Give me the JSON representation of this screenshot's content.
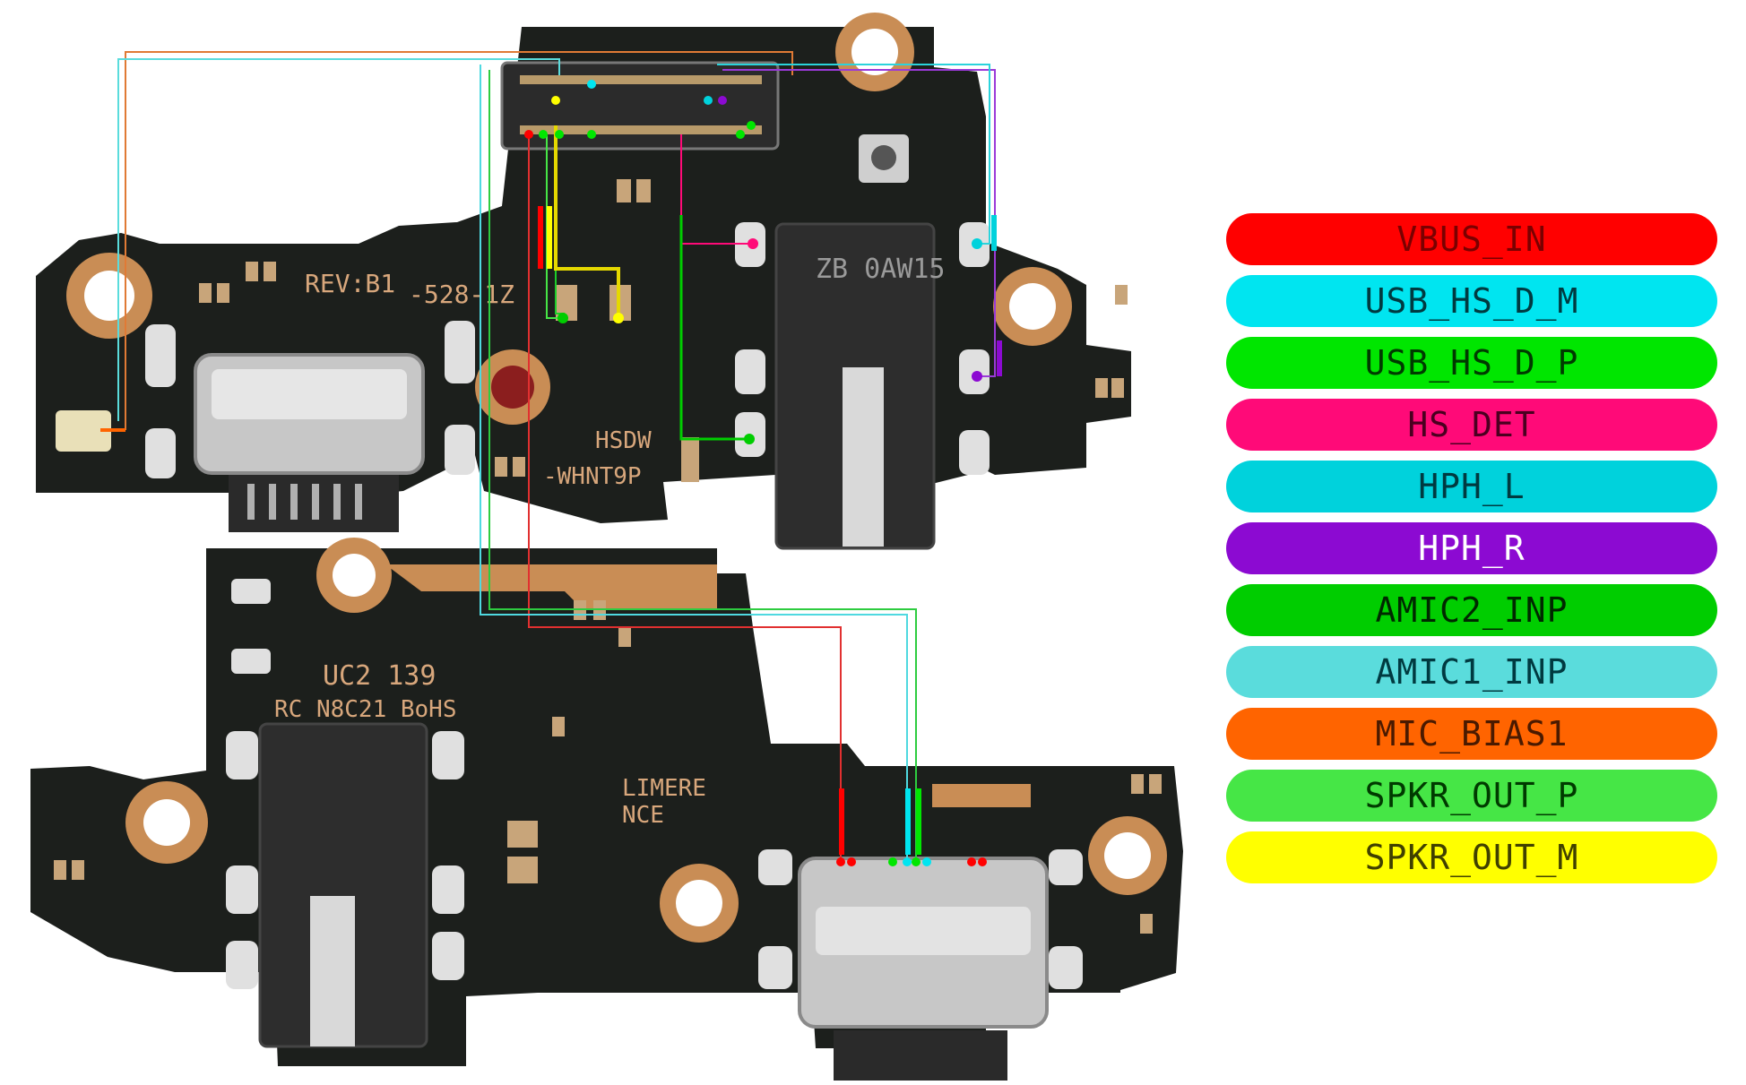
{
  "board_silkscreen": {
    "top": {
      "revision": "REV:B1",
      "part_code": "-528-1Z",
      "hsdw_line1": "HSDW",
      "hsdw_line2": "-WHNT9P",
      "jack_marking": "ZB 0AW15"
    },
    "bottom": {
      "uc_code": "UC2 139",
      "rc_code": "RC N8C21 BoHS",
      "reference_line1": "LIMERE",
      "reference_line2": "NCE"
    }
  },
  "legend": [
    {
      "label": "VBUS_IN",
      "color": "#ff0000",
      "text_color": "#7a0000"
    },
    {
      "label": "USB_HS_D_M",
      "color": "#00e5f0",
      "text_color": "#003a40"
    },
    {
      "label": "USB_HS_D_P",
      "color": "#00e600",
      "text_color": "#003a00"
    },
    {
      "label": "HS_DET",
      "color": "#ff0a78",
      "text_color": "#4a0020"
    },
    {
      "label": "HPH_L",
      "color": "#00d2dc",
      "text_color": "#003a40"
    },
    {
      "label": "HPH_R",
      "color": "#8c0ad2",
      "text_color": "#ffffff"
    },
    {
      "label": "AMIC2_INP",
      "color": "#00cd00",
      "text_color": "#002800"
    },
    {
      "label": "AMIC1_INP",
      "color": "#5adcdc",
      "text_color": "#003a40"
    },
    {
      "label": "MIC_BIAS1",
      "color": "#ff6400",
      "text_color": "#4a1a00"
    },
    {
      "label": "SPKR_OUT_P",
      "color": "#46e646",
      "text_color": "#003a00"
    },
    {
      "label": "SPKR_OUT_M",
      "color": "#ffff00",
      "text_color": "#404000"
    }
  ]
}
